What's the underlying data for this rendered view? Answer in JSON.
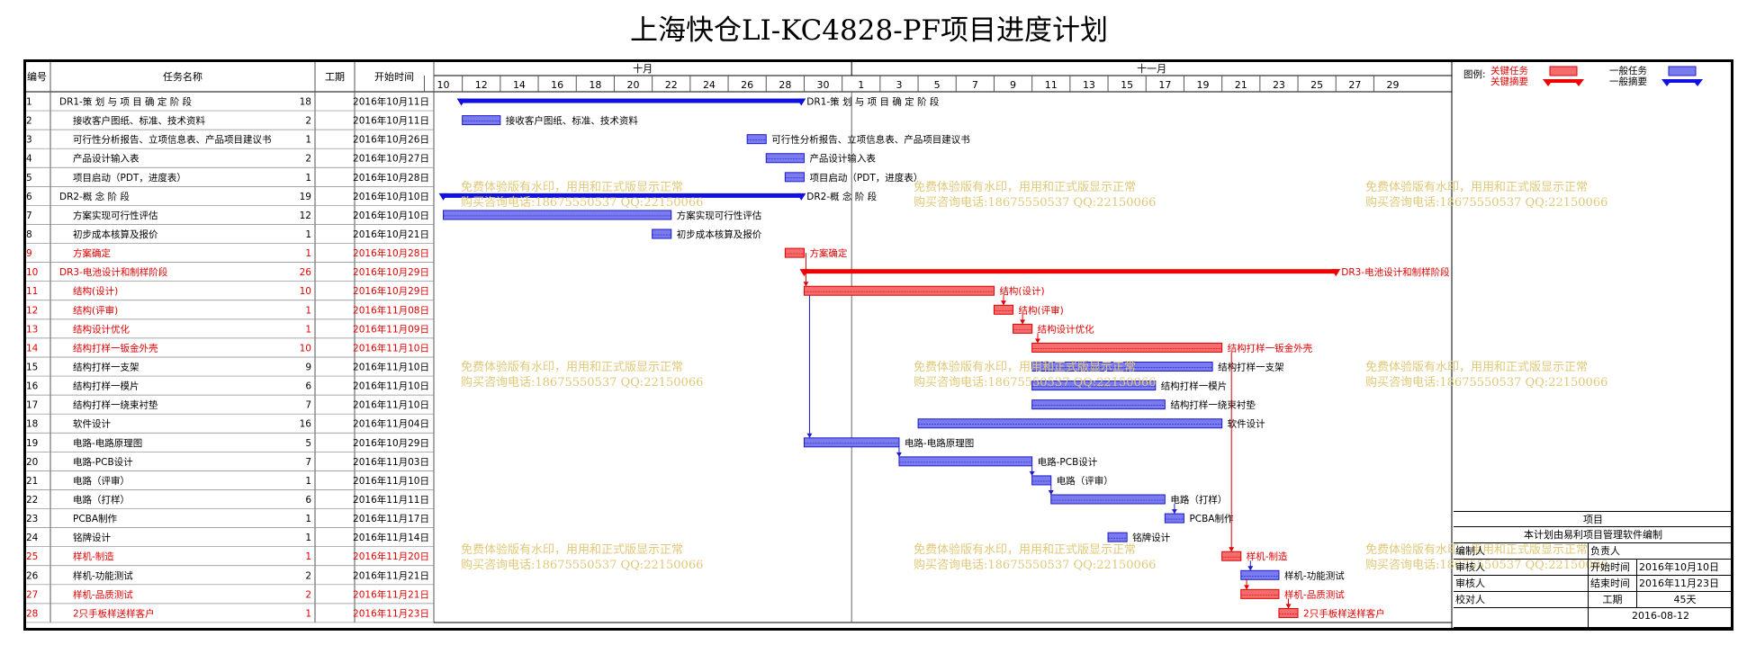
{
  "title": "上海快仓LI-KC4828-PF项目进度计划",
  "headers": {
    "id": "编号",
    "name": "任务名称",
    "duration": "工期",
    "start": "开始时间"
  },
  "months": [
    "十月",
    "十一月"
  ],
  "day_ticks": [
    "10",
    "12",
    "14",
    "16",
    "18",
    "20",
    "22",
    "24",
    "26",
    "28",
    "30",
    "1",
    "3",
    "5",
    "7",
    "9",
    "11",
    "13",
    "15",
    "17",
    "19",
    "21",
    "23",
    "25",
    "27",
    "29"
  ],
  "tasks": [
    {
      "id": "1",
      "name": "DR1-策 划 与 项 目 确 定 阶 段",
      "dur": "18",
      "start": "2016年10月11日",
      "bar_label": "DR1-策 划 与 项 目 确 定 阶 段",
      "kind": "summary",
      "critical": false,
      "s": 10.95,
      "e": 28.85
    },
    {
      "id": "2",
      "name": "接收客户图纸、标准、技术资料",
      "dur": "2",
      "start": "2016年10月11日",
      "bar_label": "接收客户图纸、标准、技术资料",
      "kind": "task",
      "critical": false,
      "s": 11,
      "e": 13
    },
    {
      "id": "3",
      "name": "可行性分析报告、立项信息表、产品项目建议书",
      "dur": "1",
      "start": "2016年10月26日",
      "bar_label": "可行性分析报告、立项信息表、产品项目建议书",
      "kind": "task",
      "critical": false,
      "s": 26,
      "e": 27
    },
    {
      "id": "4",
      "name": "产品设计输入表",
      "dur": "2",
      "start": "2016年10月27日",
      "bar_label": "产品设计输入表",
      "kind": "task",
      "critical": false,
      "s": 27,
      "e": 29
    },
    {
      "id": "5",
      "name": "项目启动（PDT，进度表）",
      "dur": "1",
      "start": "2016年10月28日",
      "bar_label": "项目启动（PDT，进度表）",
      "kind": "task",
      "critical": false,
      "s": 28,
      "e": 29
    },
    {
      "id": "6",
      "name": "DR2-概 念 阶 段",
      "dur": "19",
      "start": "2016年10月10日",
      "bar_label": "DR2-概 念 阶 段",
      "kind": "summary",
      "critical": false,
      "s": 10,
      "e": 28.85
    },
    {
      "id": "7",
      "name": "方案实现可行性评估",
      "dur": "12",
      "start": "2016年10月10日",
      "bar_label": "方案实现可行性评估",
      "kind": "task",
      "critical": false,
      "s": 10,
      "e": 22
    },
    {
      "id": "8",
      "name": "初步成本核算及报价",
      "dur": "1",
      "start": "2016年10月21日",
      "bar_label": "初步成本核算及报价",
      "kind": "task",
      "critical": false,
      "s": 21,
      "e": 22
    },
    {
      "id": "9",
      "name": "方案确定",
      "dur": "1",
      "start": "2016年10月28日",
      "bar_label": "方案确定",
      "kind": "task",
      "critical": true,
      "s": 28,
      "e": 29
    },
    {
      "id": "10",
      "name": "DR3-电池设计和制样阶段",
      "dur": "26",
      "start": "2016年10月29日",
      "bar_label": "DR3-电池设计和制样阶段",
      "kind": "summary",
      "critical": true,
      "s": 29,
      "e": 57
    },
    {
      "id": "11",
      "name": "结构(设计)",
      "dur": "10",
      "start": "2016年10月29日",
      "bar_label": "结构(设计)",
      "kind": "task",
      "critical": true,
      "s": 29,
      "e": 39
    },
    {
      "id": "12",
      "name": "结构(评审)",
      "dur": "1",
      "start": "2016年11月08日",
      "bar_label": "结构(评审)",
      "kind": "task",
      "critical": true,
      "s": 39,
      "e": 40
    },
    {
      "id": "13",
      "name": "结构设计优化",
      "dur": "1",
      "start": "2016年11月09日",
      "bar_label": "结构设计优化",
      "kind": "task",
      "critical": true,
      "s": 40,
      "e": 41
    },
    {
      "id": "14",
      "name": "结构打样一钣金外壳",
      "dur": "10",
      "start": "2016年11月10日",
      "bar_label": "结构打样一钣金外壳",
      "kind": "task",
      "critical": true,
      "s": 41,
      "e": 51
    },
    {
      "id": "15",
      "name": "结构打样一支架",
      "dur": "9",
      "start": "2016年11月10日",
      "bar_label": "结构打样一支架",
      "kind": "task",
      "critical": false,
      "s": 41,
      "e": 50.5
    },
    {
      "id": "16",
      "name": "结构打样一模片",
      "dur": "6",
      "start": "2016年11月10日",
      "bar_label": "结构打样一模片",
      "kind": "task",
      "critical": false,
      "s": 41,
      "e": 47.5
    },
    {
      "id": "17",
      "name": "结构打样一绕束衬垫",
      "dur": "7",
      "start": "2016年11月10日",
      "bar_label": "结构打样一绕束衬垫",
      "kind": "task",
      "critical": false,
      "s": 41,
      "e": 48
    },
    {
      "id": "18",
      "name": "软件设计",
      "dur": "16",
      "start": "2016年11月04日",
      "bar_label": "软件设计",
      "kind": "task",
      "critical": false,
      "s": 35,
      "e": 51
    },
    {
      "id": "19",
      "name": "电路-电路原理图",
      "dur": "5",
      "start": "2016年10月29日",
      "bar_label": "电路-电路原理图",
      "kind": "task",
      "critical": false,
      "s": 29,
      "e": 34
    },
    {
      "id": "20",
      "name": "电路-PCB设计",
      "dur": "7",
      "start": "2016年11月03日",
      "bar_label": "电路-PCB设计",
      "kind": "task",
      "critical": false,
      "s": 34,
      "e": 41
    },
    {
      "id": "21",
      "name": "电路（评审）",
      "dur": "1",
      "start": "2016年11月10日",
      "bar_label": "电路（评审）",
      "kind": "task",
      "critical": false,
      "s": 41,
      "e": 42
    },
    {
      "id": "22",
      "name": "电路（打样）",
      "dur": "6",
      "start": "2016年11月11日",
      "bar_label": "电路（打样）",
      "kind": "task",
      "critical": false,
      "s": 42,
      "e": 48
    },
    {
      "id": "23",
      "name": "PCBA制作",
      "dur": "1",
      "start": "2016年11月17日",
      "bar_label": "PCBA制作",
      "kind": "task",
      "critical": false,
      "s": 48,
      "e": 49
    },
    {
      "id": "24",
      "name": "铭牌设计",
      "dur": "1",
      "start": "2016年11月14日",
      "bar_label": "铭牌设计",
      "kind": "task",
      "critical": false,
      "s": 45,
      "e": 46
    },
    {
      "id": "25",
      "name": "样机-制造",
      "dur": "1",
      "start": "2016年11月20日",
      "bar_label": "样机-制造",
      "kind": "task",
      "critical": true,
      "s": 51,
      "e": 52
    },
    {
      "id": "26",
      "name": "样机-功能测试",
      "dur": "2",
      "start": "2016年11月21日",
      "bar_label": "样机-功能测试",
      "kind": "task",
      "critical": false,
      "s": 52,
      "e": 54
    },
    {
      "id": "27",
      "name": "样机-品质测试",
      "dur": "2",
      "start": "2016年11月21日",
      "bar_label": "样机-品质测试",
      "kind": "task",
      "critical": true,
      "s": 52,
      "e": 54
    },
    {
      "id": "28",
      "name": "2只手板样送样客户",
      "dur": "1",
      "start": "2016年11月23日",
      "bar_label": "2只手板样送样客户",
      "kind": "task",
      "critical": true,
      "s": 54,
      "e": 55
    }
  ],
  "legend": {
    "label": "图例:",
    "critical_task": "关键任务",
    "critical_summary": "关键摘要",
    "normal_task": "一般任务",
    "normal_summary": "一般摘要"
  },
  "watermark": {
    "line1": "免费体验版有水印，用用和正式版显示正常",
    "line2": "购买咨询电话:18675550537 QQ:22150066"
  },
  "info": {
    "project_label": "项目",
    "note": "本计划由易利项目管理软件编制",
    "maker": "编制人",
    "owner": "负责人",
    "reviewer": "审核人",
    "checker": "校对人",
    "start_label": "开始时间",
    "start_value": "2016年10月10日",
    "end_label": "结束时间",
    "end_value": "2016年11月23日",
    "duration_label": "工期",
    "duration_value": "45天",
    "date": "2016-08-12"
  },
  "colors": {
    "critical_fill": "#f56c6c",
    "critical_stroke": "#e00000",
    "critical_text": "#e00000",
    "normal_fill": "#7b7bf0",
    "normal_stroke": "#1c1cc8",
    "summary_normal": "#1010e0",
    "summary_critical": "#f00000",
    "watermark": "#e0c878"
  }
}
